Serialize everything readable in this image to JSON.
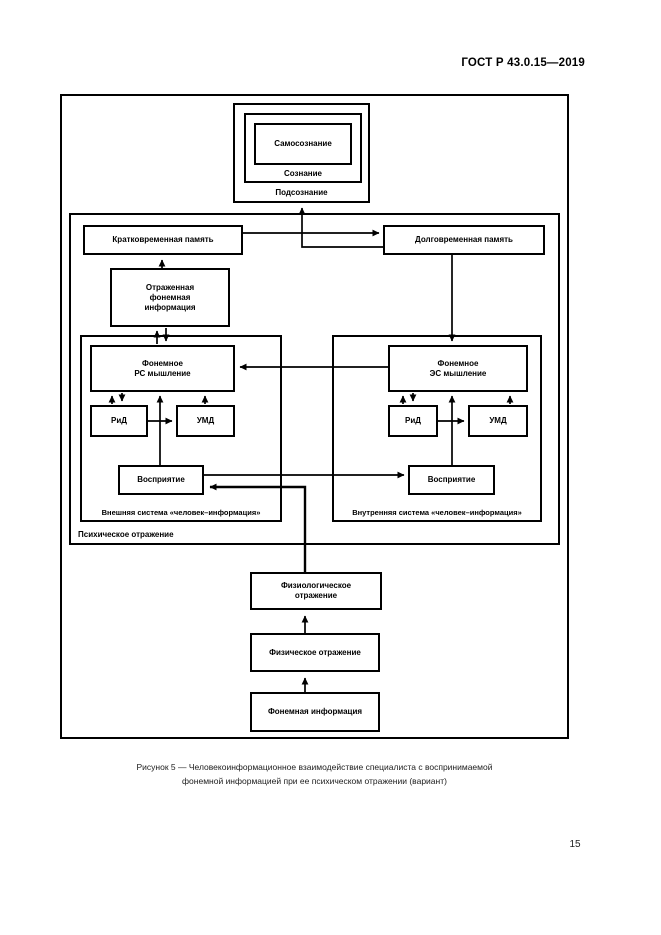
{
  "page": {
    "header": "ГОСТ Р 43.0.15—2019",
    "page_number": "15",
    "caption_line1": "Рисунок 5 — Человекоинформационное взаимодействие специалиста с воспринимаемой",
    "caption_line2": "фонемной информацией при ее психическом отражении (вариант)"
  },
  "diagram": {
    "colors": {
      "line": "#000000",
      "background": "#ffffff",
      "text": "#000000"
    },
    "nodes": {
      "self_consciousness": "Самосознание",
      "consciousness": "Сознание",
      "subconsciousness": "Подсознание",
      "short_term_memory": "Кратковременная память",
      "long_term_memory": "Долговременная память",
      "reflected_info": {
        "line1": "Отраженная",
        "line2": "фонемная",
        "line3": "информация"
      },
      "rs_thinking": {
        "line1": "Фонемное",
        "line2": "РС мышление"
      },
      "es_thinking": {
        "line1": "Фонемное",
        "line2": "ЭС мышление"
      },
      "rid": "РиД",
      "umd": "УМД",
      "perception": "Восприятие",
      "external_system": "Внешняя система «человек–информация»",
      "internal_system": "Внутренняя система «человек–информация»",
      "psychic_reflection": "Психическое отражение",
      "physiological_reflection": {
        "line1": "Физиологическое",
        "line2": "отражение"
      },
      "physical_reflection": "Физическое отражение",
      "phoneme_information": "Фонемная информация"
    }
  }
}
